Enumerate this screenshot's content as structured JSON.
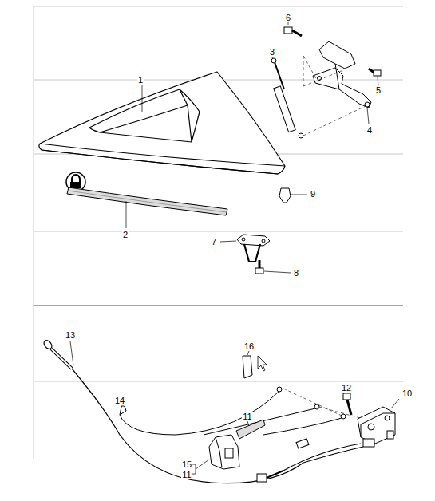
{
  "diagram": {
    "labels": [
      "6",
      "3",
      "1",
      "5",
      "4",
      "9",
      "2",
      "7",
      "8",
      "13",
      "16",
      "12",
      "10",
      "14",
      "11",
      "15",
      "11"
    ]
  }
}
